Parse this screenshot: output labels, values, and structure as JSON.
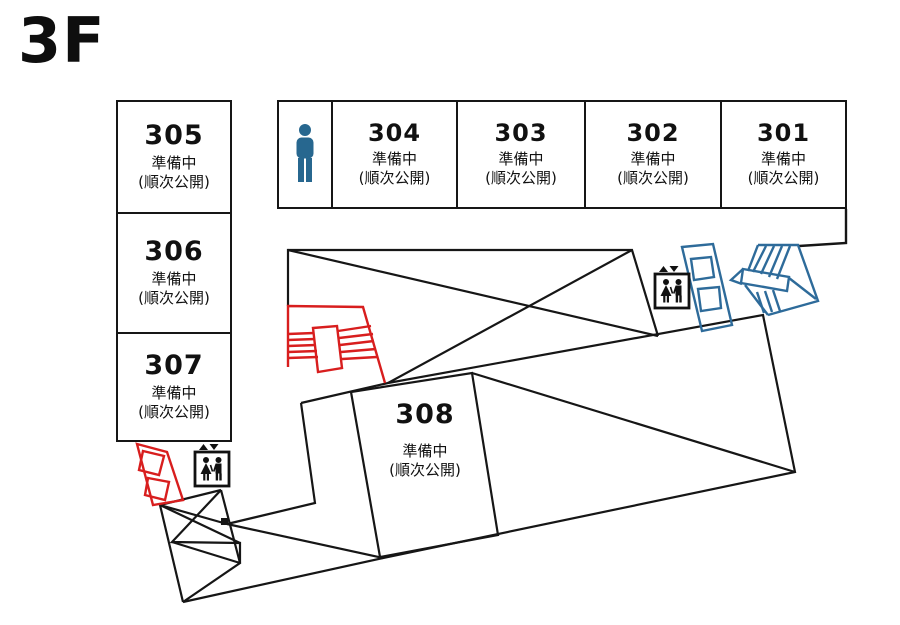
{
  "title": "3F",
  "rooms": {
    "r301": {
      "number": "301",
      "status1": "準備中",
      "status2": "(順次公開)"
    },
    "r302": {
      "number": "302",
      "status1": "準備中",
      "status2": "(順次公開)"
    },
    "r303": {
      "number": "303",
      "status1": "準備中",
      "status2": "(順次公開)"
    },
    "r304": {
      "number": "304",
      "status1": "準備中",
      "status2": "(順次公開)"
    },
    "r305": {
      "number": "305",
      "status1": "準備中",
      "status2": "(順次公開)"
    },
    "r306": {
      "number": "306",
      "status1": "準備中",
      "status2": "(順次公開)"
    },
    "r307": {
      "number": "307",
      "status1": "準備中",
      "status2": "(順次公開)"
    },
    "r308": {
      "number": "308",
      "status1": "準備中",
      "status2": "(順次公開)"
    }
  },
  "icons": {
    "mens_restroom": "man-icon",
    "elevator": "elevator-icon",
    "red_staircase": "staircase-icon",
    "red_escalator": "escalator-icon",
    "blue_staircase": "staircase-icon",
    "blue_escalator": "escalator-icon",
    "black_staircase": "staircase-icon"
  },
  "colors": {
    "outline": "#161616",
    "stairs_red": "#d81e1e",
    "stairs_blue": "#2e6b9a",
    "restroom_icon_blue": "#27678f",
    "background": "#ffffff"
  }
}
